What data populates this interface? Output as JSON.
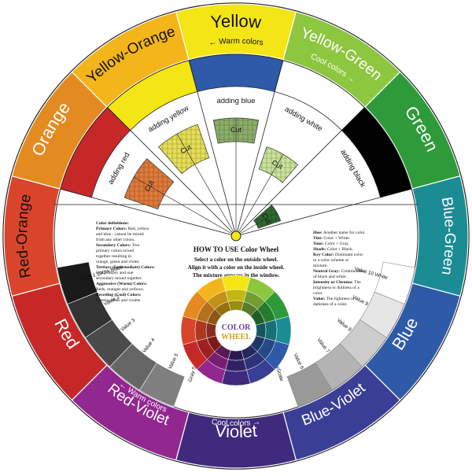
{
  "outer_ring": [
    {
      "label": "Yellow",
      "color": "#F4E514",
      "text_color": "#111111",
      "sub": "Warm colors",
      "sub_arrow": "left"
    },
    {
      "label": "Yellow-Green",
      "color": "#8DC63F",
      "text_color": "#ffffff",
      "sub": "Cool colors",
      "sub_arrow": "right"
    },
    {
      "label": "Green",
      "color": "#2E9A3A",
      "text_color": "#ffffff",
      "sub": "",
      "sub_arrow": ""
    },
    {
      "label": "Blue-Green",
      "color": "#1C8C94",
      "text_color": "#ffffff",
      "sub": "",
      "sub_arrow": ""
    },
    {
      "label": "Blue",
      "color": "#2E5AA8",
      "text_color": "#ffffff",
      "sub": "",
      "sub_arrow": ""
    },
    {
      "label": "Blue-Violet",
      "color": "#3A3F95",
      "text_color": "#ffffff",
      "sub": "",
      "sub_arrow": ""
    },
    {
      "label": "Violet",
      "color": "#3F2A7E",
      "text_color": "#ffffff",
      "sub": "Cool colors",
      "sub_arrow": "right"
    },
    {
      "label": "Red-Violet",
      "color": "#92278F",
      "text_color": "#ffffff",
      "sub": "Warm colors",
      "sub_arrow": "left"
    },
    {
      "label": "Red",
      "color": "#C62828",
      "text_color": "#ffffff",
      "sub": "",
      "sub_arrow": ""
    },
    {
      "label": "Red-Orange",
      "color": "#D9452B",
      "text_color": "#111111",
      "sub": "",
      "sub_arrow": ""
    },
    {
      "label": "Orange",
      "color": "#E38B20",
      "text_color": "#ffffff",
      "sub": "",
      "sub_arrow": ""
    },
    {
      "label": "Yellow-Orange",
      "color": "#F3B51A",
      "text_color": "#111111",
      "sub": "",
      "sub_arrow": ""
    }
  ],
  "adding_labels": [
    "adding red",
    "adding yellow",
    "adding blue",
    "adding white",
    "adding black"
  ],
  "cut_label": "Cut",
  "value_scale": {
    "left": [
      "Value 1 100% Black",
      "Value 2",
      "Value 3",
      "Value 4",
      "Value 5",
      "Gray Scale"
    ],
    "right": [
      "Value 10 White",
      "Value 9",
      "Value 8",
      "Value 7",
      "Value 6",
      "GrayScale"
    ],
    "gray_colors": [
      "#1a1a1a",
      "#333333",
      "#4a4a4a",
      "#666666",
      "#7f7f7f",
      "#999999",
      "#b3b3b3",
      "#cccccc",
      "#e6e6e6",
      "#ffffff"
    ]
  },
  "center": {
    "how_to_title": "HOW TO USE Color Wheel",
    "how_to_lines": [
      "Select a color on the outside wheel.",
      "Align it with a color on the inside wheel.",
      "The mixture appears in the window."
    ]
  },
  "definitions_left": [
    {
      "term": "Color definitions:",
      "text": ""
    },
    {
      "term": "Primary Colors:",
      "text": "Red, yellow and blue - cannot be mixed from any other colors."
    },
    {
      "term": "Secondary Colors:",
      "text": "Two primary colors mixed together resulting in orange, green and violet."
    },
    {
      "term": "Tertiary (Intermediate) Colors:",
      "text": "One primary and one secondary mixed together."
    },
    {
      "term": "Aggressive (Warm) Colors:",
      "text": "Reds, oranges and yellows."
    },
    {
      "term": "Receding (Cool) Colors:",
      "text": "Greens, blues and violets"
    }
  ],
  "definitions_right": [
    {
      "term": "Hue:",
      "text": "Another name for color."
    },
    {
      "term": "Tint:",
      "text": "Color + White."
    },
    {
      "term": "Tone:",
      "text": "Color + Gray."
    },
    {
      "term": "Shade:",
      "text": "Color + Black."
    },
    {
      "term": "Key Color:",
      "text": "Dominant color in a color scheme or mixture."
    },
    {
      "term": "Neutral Gray:",
      "text": "Combination of black and white."
    },
    {
      "term": "Intensity or Chroma:",
      "text": "The brightness or dullness of a color."
    },
    {
      "term": "Value:",
      "text": "The lightness or darkness of a color."
    }
  ],
  "logo": {
    "line1": "COLOR",
    "line2": "WHEEL"
  },
  "mini_wheel_colors": [
    "#F4E514",
    "#8DC63F",
    "#2E9A3A",
    "#1C8C94",
    "#2E5AA8",
    "#3A3F95",
    "#3F2A7E",
    "#92278F",
    "#C62828",
    "#D9452B",
    "#E38B20",
    "#F3B51A"
  ]
}
